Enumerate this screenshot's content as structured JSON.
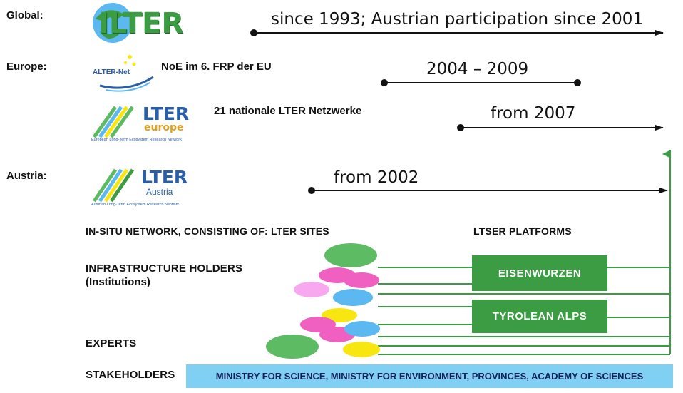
{
  "levels": {
    "global": "Global:",
    "europe": "Europe:",
    "austria": "Austria:"
  },
  "logos": {
    "ilter": "ILTER",
    "alternet": "ALTER-Net",
    "lter_europe_main": "LTER",
    "lter_europe_sub": "europe",
    "lter_europe_tag": "European Long-Term Ecosystem Research Network",
    "lter_austria_main": "LTER",
    "lter_austria_sub": "Austria",
    "lter_austria_tag": "Austrian Long-Term Ecosystem Research Network"
  },
  "notes": {
    "alternet": "NoE im 6. FRP der EU",
    "lter_europe": "21 nationale LTER Netzwerke"
  },
  "timelines": {
    "global": "since 1993; Austrian participation since 2001",
    "alternet": "2004 – 2009",
    "lter_europe": "from 2007",
    "austria": "from 2002"
  },
  "network": {
    "header_left": "IN-SITU NETWORK, CONSISTING OF: LTER SITES",
    "header_right": "LTSER PLATFORMS",
    "infra_line1": "INFRASTRUCTURE HOLDERS",
    "infra_line2": "(Institutions)",
    "experts": "EXPERTS",
    "stakeholders": "STAKEHOLDERS"
  },
  "platforms": {
    "eisenwurzen": "EISENWURZEN",
    "tyrolean": "TYROLEAN ALPS"
  },
  "stakeholders_bar": "MINISTRY FOR SCIENCE, MINISTRY FOR ENVIRONMENT, PROVINCES, ACADEMY OF SCIENCES",
  "colors": {
    "green": "#3c9c44",
    "light_green": "#5dbb63",
    "pink": "#f060c0",
    "light_pink": "#f7a8ee",
    "blue": "#5cb8f0",
    "yellow": "#f7e60f",
    "stakeholder_blue": "#7fd0f2"
  }
}
